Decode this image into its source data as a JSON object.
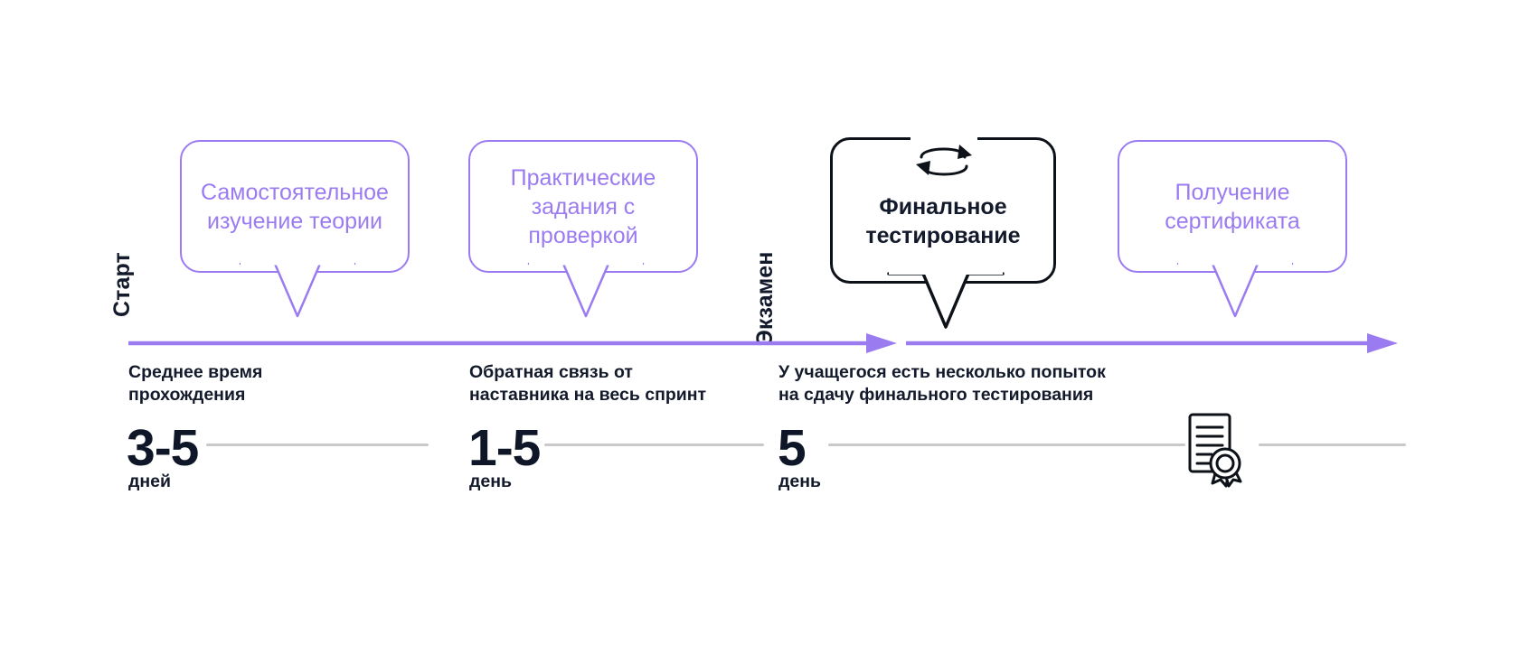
{
  "diagram": {
    "title_axis_labels": [
      {
        "id": "start",
        "text": "Старт"
      },
      {
        "id": "exam",
        "text": "Экзамен"
      }
    ],
    "accent_purple": "#9b7bf0",
    "dark_navy": "#131a2b",
    "rule_gray": "#c9c9c9",
    "stages": [
      {
        "id": "self-study",
        "bubble_text": "Самостоятельное\nизучение теории",
        "style": "purple",
        "icon": null
      },
      {
        "id": "practice-tasks",
        "bubble_text": "Практические\nзадания с\nпроверкой",
        "style": "purple",
        "icon": null
      },
      {
        "id": "final-testing",
        "bubble_text": "Финальное\nтестирование",
        "style": "dark",
        "icon": "cycle-arrows-icon"
      },
      {
        "id": "certificate",
        "bubble_text": "Получение\nсертификата",
        "style": "purple",
        "icon": null
      }
    ],
    "metrics": [
      {
        "id": "average-time",
        "caption": "Среднее время\nпрохождения",
        "value": "3-5",
        "unit": "дней"
      },
      {
        "id": "mentor-feedback",
        "caption": "Обратная связь от\nнаставника на весь спринт",
        "value": "1-5",
        "unit": "день"
      },
      {
        "id": "final-test-attempts",
        "caption": "У учащегося есть несколько попыток\nна сдачу финального тестирования",
        "value": "5",
        "unit": "день"
      }
    ],
    "end_icon": "certificate-icon"
  }
}
